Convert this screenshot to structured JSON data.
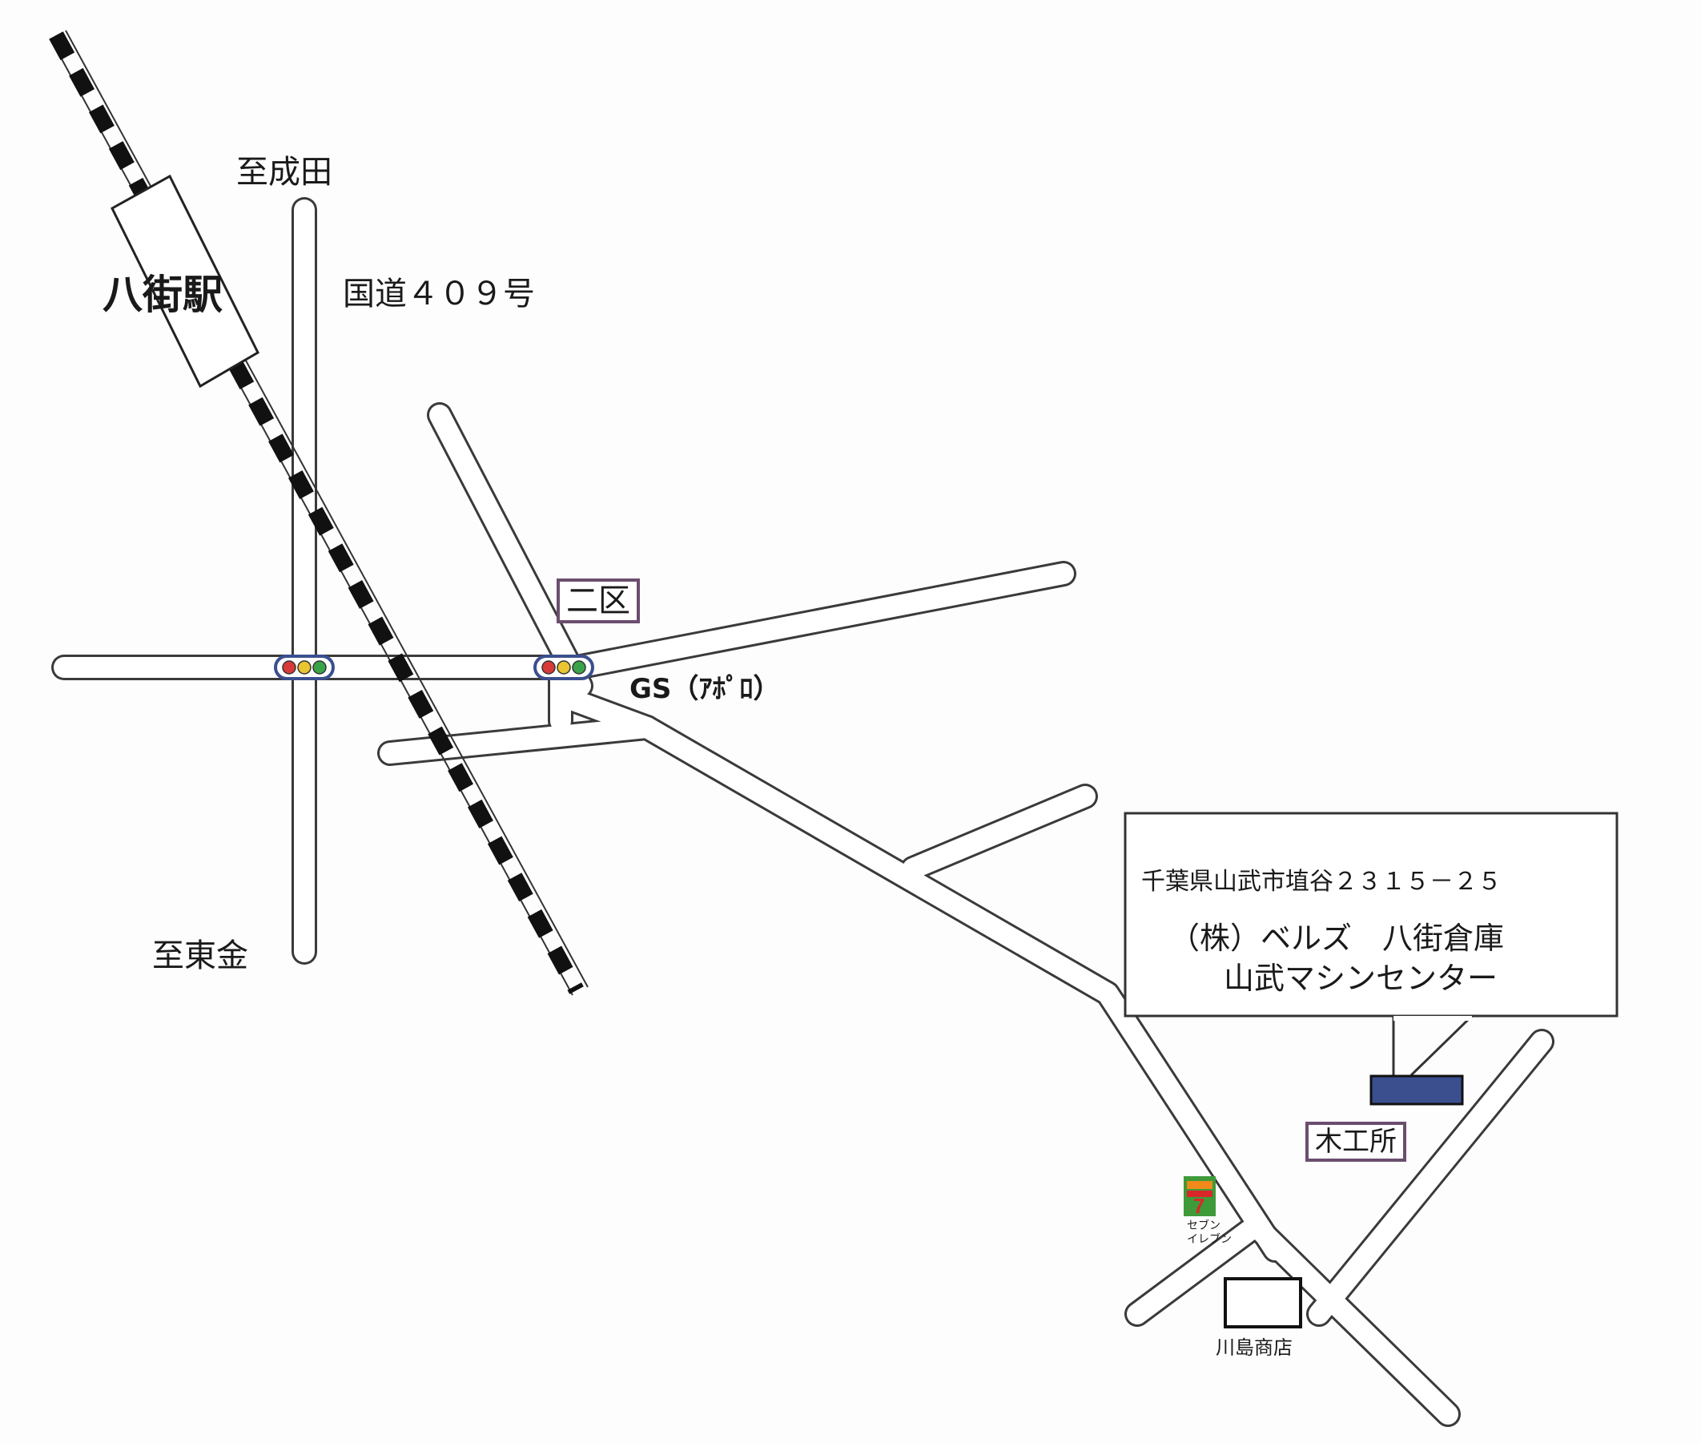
{
  "labels": {
    "to_narita": "至成田",
    "station": "八街駅",
    "route": "国道４０９号",
    "to_togane": "至東金",
    "niku": "二区",
    "gs": "GS（ｱﾎﾟﾛ）",
    "address": "千葉県山武市埴谷２３１５－２５",
    "company": "（株）ベルズ　八街倉庫",
    "center": "山武マシンセンター",
    "mokkousho": "木工所",
    "kawashima": "川島商店",
    "seven": "セブン\nイレブン"
  },
  "colors": {
    "road_outline": "#3a3a3a",
    "road_fill": "#ffffff",
    "rail": "#111111",
    "destination": "#3b4f8f",
    "label_border": "#6b4e6e",
    "signal_red": "#d83a3a",
    "signal_yellow": "#e8c531",
    "signal_green": "#3aa34a",
    "seven_green": "#3f9a3a",
    "seven_orange": "#f08a1a",
    "seven_red": "#d9262b"
  },
  "icons": [
    "railway-track-icon",
    "traffic-signal-icon",
    "seven-eleven-logo-icon",
    "destination-building-icon"
  ]
}
